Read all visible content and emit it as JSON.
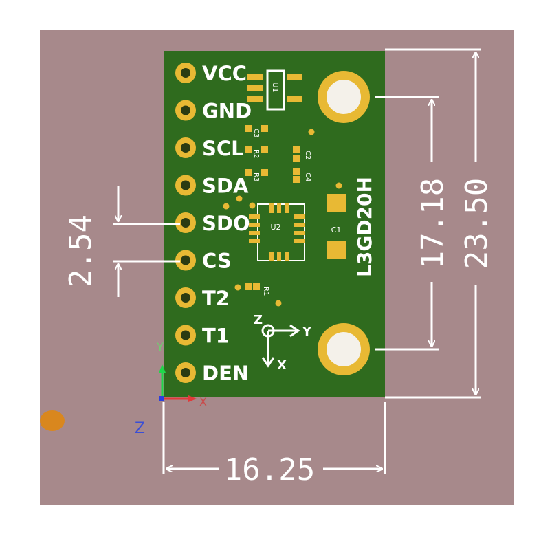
{
  "board": {
    "name": "L3GD20H",
    "pins": [
      {
        "id": "vcc",
        "label": "VCC"
      },
      {
        "id": "gnd",
        "label": "GND"
      },
      {
        "id": "scl",
        "label": "SCL"
      },
      {
        "id": "sda",
        "label": "SDA"
      },
      {
        "id": "sdo",
        "label": "SDO"
      },
      {
        "id": "cs",
        "label": "CS"
      },
      {
        "id": "t2",
        "label": "T2"
      },
      {
        "id": "t1",
        "label": "T1"
      },
      {
        "id": "den",
        "label": "DEN"
      }
    ],
    "components": {
      "u1": "U1",
      "u2": "U2",
      "c1": "C1",
      "c2": "C2",
      "c3": "C3",
      "c4": "C4",
      "r1": "R1",
      "r2": "R2",
      "r3": "R3"
    },
    "silk_axes": {
      "z": "Z",
      "y": "Y",
      "x": "X"
    }
  },
  "dimensions": {
    "pitch": "2.54",
    "hole_spacing": "17.18",
    "height": "23.50",
    "width": "16.25"
  },
  "cad_axes": {
    "x": "X",
    "y": "Y",
    "z": "Z"
  },
  "colors": {
    "background": "#a7898b",
    "pcb": "#2f6b1e",
    "copper": "#e8b934",
    "hole": "#f4f1ea",
    "silk": "#ffffff"
  }
}
